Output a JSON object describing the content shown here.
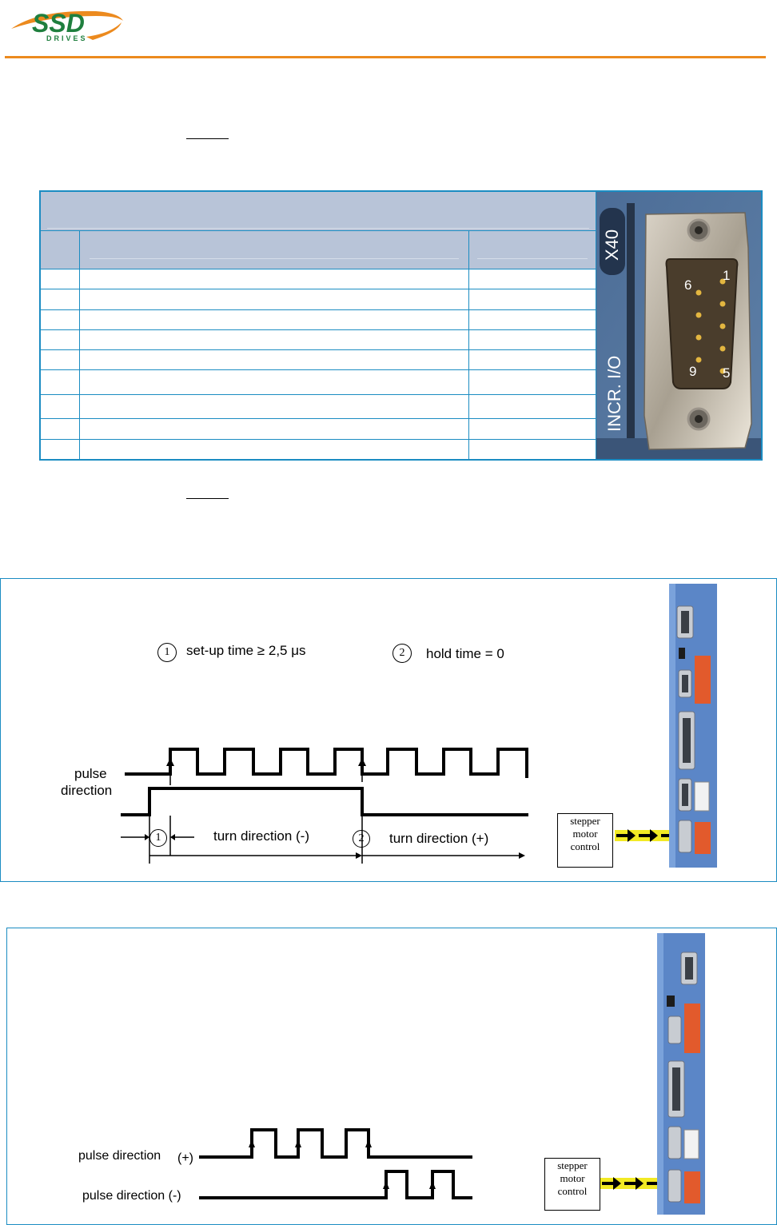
{
  "header": {
    "logo_text": "SSD",
    "logo_sub": "DRIVES",
    "accent_color": "#ec8a1e",
    "logo_green": "#1f7f3e"
  },
  "pin_table": {
    "row_count": 9
  },
  "connector": {
    "label_x40": "X40",
    "label_incr": "INCR. I/O",
    "pin_6": "6",
    "pin_1": "1",
    "pin_9": "9",
    "pin_5": "5"
  },
  "diagram1": {
    "setup_num": "1",
    "setup_text": "set-up time  ≥ 2,5 μs",
    "hold_num": "2",
    "hold_text": "hold time = 0",
    "pulse_label": "pulse",
    "direction_label": "direction",
    "marker1": "1",
    "marker2": "2",
    "turn_minus": "turn direction (-)",
    "turn_plus": "turn direction (+)",
    "stepper_line1": "stepper",
    "stepper_line2": "motor",
    "stepper_line3": "control"
  },
  "diagram2": {
    "pulse_plus_label": "pulse direction",
    "plus_sign": "(+)",
    "pulse_minus_label": "pulse direction (-)",
    "stepper_line1": "stepper",
    "stepper_line2": "motor",
    "stepper_line3": "control"
  }
}
